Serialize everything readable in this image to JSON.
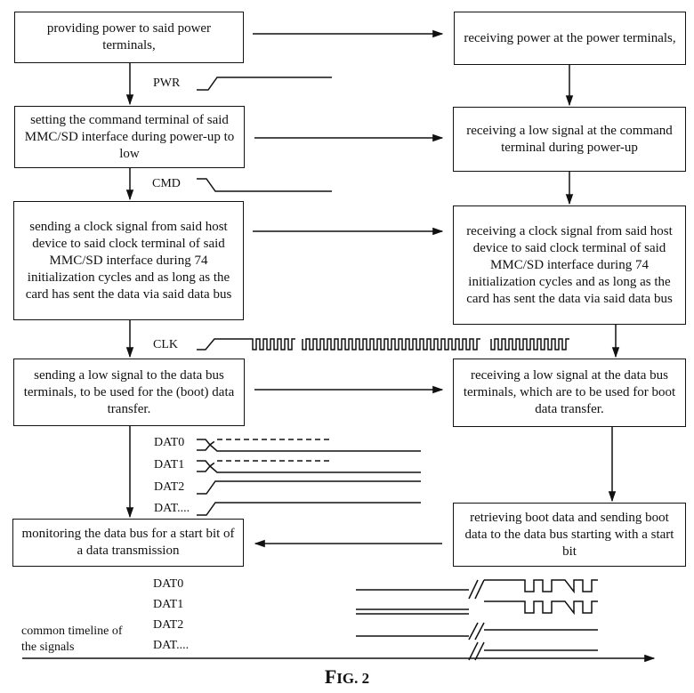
{
  "host": {
    "box1": "providing power to said power terminals,",
    "box2": "setting the command terminal of said MMC/SD interface during power-up to low",
    "box3": "sending a clock signal from said host device to said clock terminal of said MMC/SD interface during 74 initialization cycles and as long as the card has sent the data via said data bus",
    "box4": "sending a low signal to the data bus terminals, to be used for the (boot) data transfer.",
    "box5": "monitoring the data bus for a start bit of a data transmission"
  },
  "card": {
    "box1": "receiving power at the power terminals,",
    "box2": "receiving a low signal at the command terminal during power-up",
    "box3": "receiving a clock signal from said host device to said clock terminal of said MMC/SD interface during 74 initialization cycles and as long as the card has sent the data via said data bus",
    "box4": "receiving a low signal at the data bus terminals, which are to be used for boot data transfer.",
    "box5": "retrieving boot data and sending boot data to the data bus starting with a start bit"
  },
  "signals": {
    "pwr": "PWR",
    "cmd": "CMD",
    "clk": "CLK",
    "dat0": "DAT0",
    "dat1": "DAT1",
    "dat2": "DAT2",
    "datn": "DAT...."
  },
  "bottom_signals": {
    "dat0": "DAT0",
    "dat1": "DAT1",
    "dat2": "DAT2",
    "datn": "DAT....",
    "timeline_label": "common timeline of the signals"
  },
  "caption": {
    "initial": "F",
    "rest": "IG. 2"
  }
}
